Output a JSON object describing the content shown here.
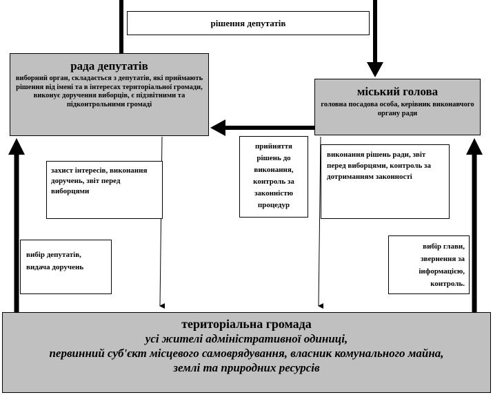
{
  "decisions_label": "рішення депутатів",
  "council": {
    "title": "рада депутатів",
    "description": "виборний орган, складається з депутатів, які приймають рішення від імені та в інтересах територіальної громади, виконує доручення виборців, є підзвітними та підконтрольними громаді"
  },
  "mayor": {
    "title": "міський голова",
    "description": "головна посадова особа, керівник виконавчого органу ради"
  },
  "community": {
    "title": "територіальна громада",
    "line1": "усі жителі адміністративної одиниці,",
    "line2": "первинний суб'єкт місцевого самоврядування, власник комунального майна,",
    "line3": "землі та природних ресурсів"
  },
  "notes": {
    "council_duties": "захист інтересів, виконання доручень, звіт перед виборцями",
    "mayor_council_relation": "прийняття рішень до виконання, контроль за законністю процедур",
    "mayor_duties": "виконання рішень ради, звіт перед виборцями, контроль за дотриманням законності",
    "elect_deputies": "вибір депутатів, видача доручень",
    "elect_mayor": "вибір глави, звернення за інформацією, контроль."
  }
}
